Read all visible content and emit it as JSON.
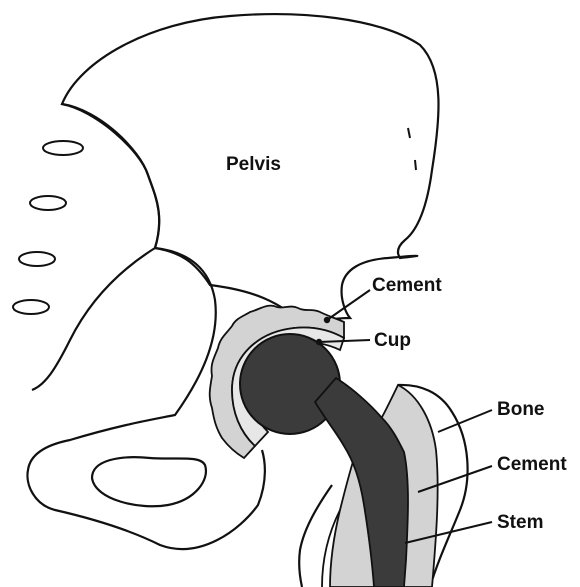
{
  "labels": {
    "pelvis": "Pelvis",
    "cement_cup": "Cement",
    "cup": "Cup",
    "bone": "Bone",
    "cement_stem": "Cement",
    "stem": "Stem"
  },
  "colors": {
    "outline": "#111111",
    "cement": "#d3d3d3",
    "cup": "#e7e7e7",
    "implant": "#3b3b3b",
    "background": "#ffffff"
  }
}
